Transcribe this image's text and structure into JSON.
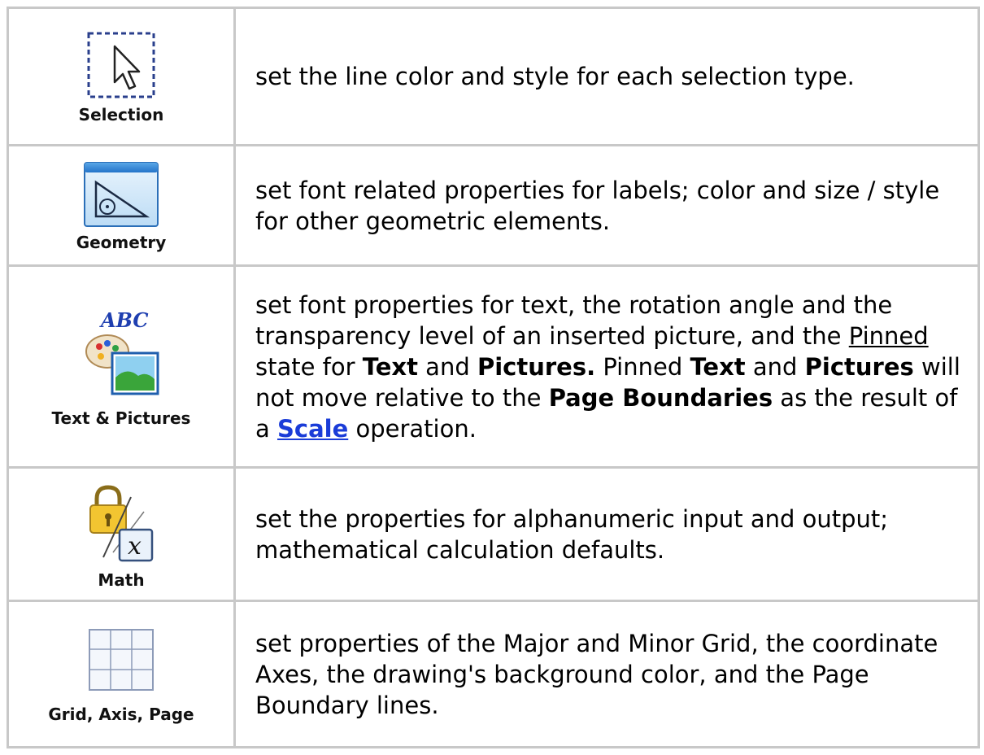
{
  "rows": [
    {
      "icon_label": "Selection",
      "desc": "set the line color and style for each selection type."
    },
    {
      "icon_label": "Geometry",
      "desc": "set font related properties for labels; color and size / style for other geometric elements."
    },
    {
      "icon_label": "Text & Pictures",
      "icon_text": "ABC",
      "desc_parts": {
        "p1": "set font properties for text, the rotation angle and the transparency level of an inserted picture, and the ",
        "pinned": "Pinned",
        "p2": " state for ",
        "text": "Text",
        "p3": " and ",
        "pictures_dot": "Pictures.",
        "p4": " Pinned ",
        "text2": "Text",
        "p5": " and ",
        "pictures2": "Pictures",
        "p6": " will not move relative to the ",
        "page_boundaries": "Page Boundaries",
        "p7": " as the result of a ",
        "scale_link": "Scale",
        "p8": " operation."
      }
    },
    {
      "icon_label": "Math",
      "icon_text": "x",
      "desc": "set the properties for alphanumeric input and output; mathematical calculation defaults."
    },
    {
      "icon_label": "Grid, Axis, Page",
      "desc": "set properties of the Major and Minor Grid, the coordinate Axes, the drawing's background color, and the Page Boundary lines."
    }
  ],
  "colors": {
    "link": "#1a3cd8",
    "border": "#c8c8c8"
  }
}
